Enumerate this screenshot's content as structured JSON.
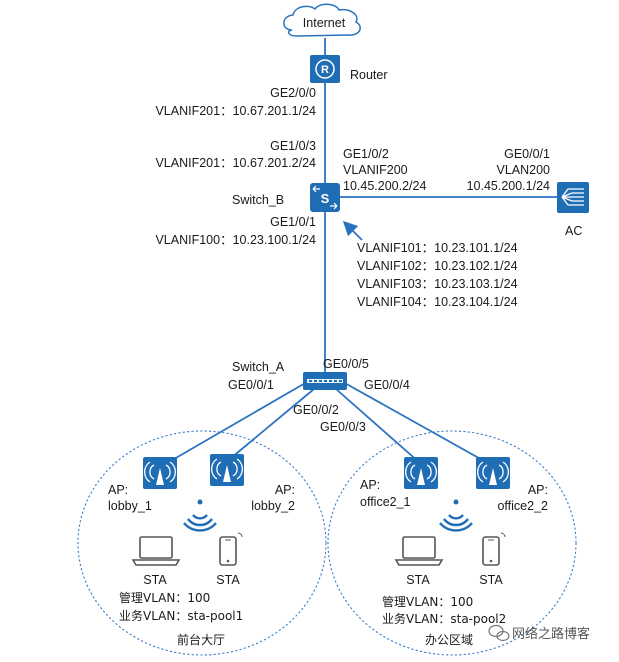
{
  "internet": {
    "label": "Internet"
  },
  "router": {
    "label": "Router",
    "icon_letter": "R",
    "port": "GE2/0/0",
    "vlanif": "VLANIF201：10.67.201.1/24"
  },
  "switch_b": {
    "label": "Switch_B",
    "icon_letter": "S",
    "up_port": "GE1/0/3",
    "up_vlanif": "VLANIF201：10.67.201.2/24",
    "right_port": "GE1/0/2",
    "right_vlanif": "VLANIF200",
    "right_ip": "10.45.200.2/24",
    "down_port": "GE1/0/1",
    "down_vlanif": "VLANIF100：10.23.100.1/24",
    "vlanif_list": [
      "VLANIF101：10.23.101.1/24",
      "VLANIF102：10.23.102.1/24",
      "VLANIF103：10.23.103.1/24",
      "VLANIF104：10.23.104.1/24"
    ]
  },
  "ac": {
    "label": "AC",
    "port": "GE0/0/1",
    "vlan": "VLAN200",
    "ip": "10.45.200.1/24"
  },
  "switch_a": {
    "label": "Switch_A",
    "ports": [
      "GE0/0/5",
      "GE0/0/1",
      "GE0/0/2",
      "GE0/0/3",
      "GE0/0/4"
    ]
  },
  "zones": [
    {
      "name": "前台大厅",
      "aps": [
        {
          "prefix": "AP:",
          "name": "lobby_1"
        },
        {
          "prefix": "AP:",
          "name": "lobby_2"
        }
      ],
      "sta_labels": [
        "STA",
        "STA"
      ],
      "mgmt_vlan": "管理VLAN：100",
      "service_vlan": "业务VLAN：sta-pool1"
    },
    {
      "name": "办公区域",
      "aps": [
        {
          "prefix": "AP:",
          "name": "office2_1"
        },
        {
          "prefix": "AP:",
          "name": "office2_2"
        }
      ],
      "sta_labels": [
        "STA",
        "STA"
      ],
      "mgmt_vlan": "管理VLAN：100",
      "service_vlan": "业务VLAN：sta-pool2"
    }
  ],
  "watermark": "网络之路博客",
  "colors": {
    "device": "#1f6db5",
    "link": "#2a74bf",
    "zone_border": "#3a7fc8"
  }
}
